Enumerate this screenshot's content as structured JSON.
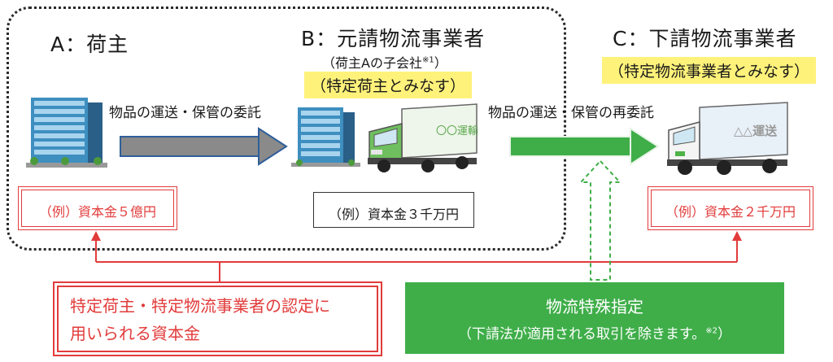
{
  "a": {
    "title": "A：荷主",
    "capital": "（例）資本金５億円"
  },
  "b": {
    "title": "B：元請物流事業者",
    "sub": "（荷主Aの子会社",
    "sub_mark": "※1",
    "sub_close": "）",
    "highlight": "（特定荷主とみなす）",
    "capital": "（例）資本金３千万円",
    "truck_text": "〇〇運輸"
  },
  "c": {
    "title": "C：下請物流事業者",
    "highlight": "（特定物流事業者とみなす）",
    "capital": "（例）資本金２千万円",
    "truck_text": "△△運送"
  },
  "flows": {
    "a_to_b": "物品の運送・保管の委託",
    "b_to_c": "物品の運送・保管の再委託"
  },
  "bottom_left": {
    "line1": "特定荷主・特定物流事業者の認定に",
    "line2": "用いられる資本金"
  },
  "bottom_right": {
    "title": "物流特殊指定",
    "note": "（下請法が適用される取引を除きます。",
    "note_mark": "※2",
    "note_close": "）"
  },
  "colors": {
    "red": "#e23b3b",
    "green": "#3fae49",
    "highlight": "#fff27a",
    "gray_arrow": "#8a8a8a"
  }
}
